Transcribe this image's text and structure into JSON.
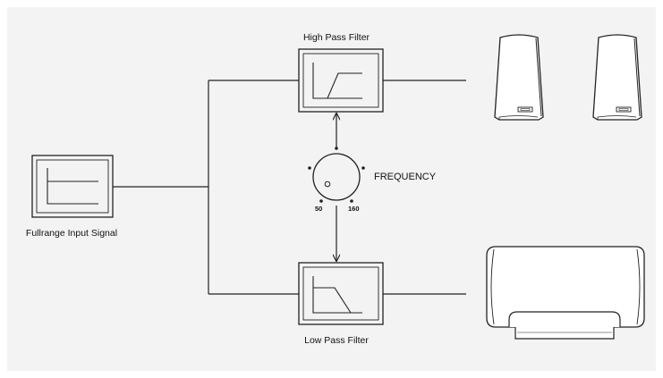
{
  "labels": {
    "input": "Fullrange Input Signal",
    "high_pass": "High Pass Filter",
    "low_pass": "Low Pass Filter",
    "frequency": "FREQUENCY",
    "knob_min": "50",
    "knob_max": "160"
  },
  "colors": {
    "background": "#f3f3f3",
    "stroke": "#222222",
    "speaker_face": "#ffffff"
  },
  "icons": {
    "input_box": "flat-response-icon",
    "high_pass_box": "high-pass-curve-icon",
    "low_pass_box": "low-pass-curve-icon",
    "knob": "rotary-knob-icon",
    "satellite_speakers": "bookshelf-speaker-icon",
    "subwoofer": "subwoofer-icon"
  }
}
